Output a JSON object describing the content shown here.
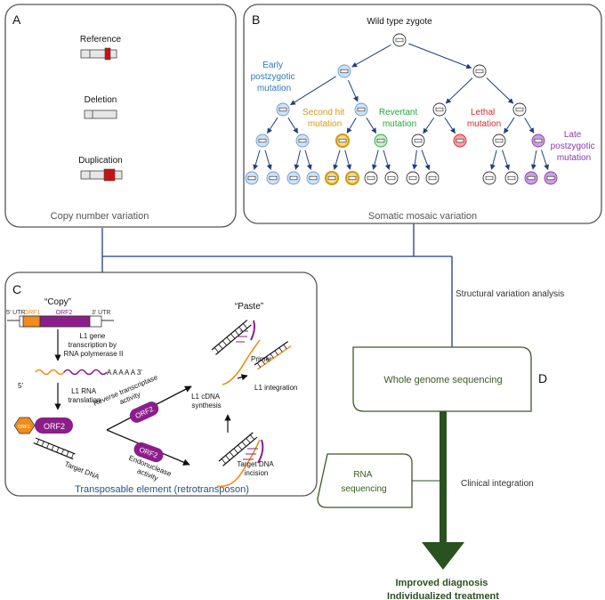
{
  "panelA": {
    "letter": "A",
    "reference": "Reference",
    "deletion": "Deletion",
    "duplication": "Duplication",
    "caption": "Copy number variation"
  },
  "panelB": {
    "letter": "B",
    "root": "Wild type zygote",
    "early": [
      "Early",
      "postzygotic",
      "mutation"
    ],
    "second_hit": [
      "Second hit",
      "mutation"
    ],
    "revertant": [
      "Revertant",
      "mutation"
    ],
    "lethal": [
      "Lethal",
      "mutation"
    ],
    "late": [
      "Late",
      "postzygotic",
      "mutation"
    ],
    "caption": "Somatic mosaic variation"
  },
  "panelC": {
    "letter": "C",
    "copy": "“Copy”",
    "paste": "“Paste”",
    "utr5": "5’ UTR",
    "utr3": "3’ UTR",
    "orf1": "ORF1",
    "orf2": "ORF2",
    "transcription": [
      "L1 gene",
      "transcription by",
      "RNA polymerase II"
    ],
    "five_prime": "5’",
    "polya": "A A A A A 3’",
    "translation": [
      "L1 RNA",
      "translation"
    ],
    "orf1_protein": "ORF1",
    "orf2_protein": "ORF2",
    "target_dna": "Target DNA",
    "rt_activity": [
      "Reverse transcriptase",
      "activity"
    ],
    "endo_activity": [
      "Endonuclease",
      "activity"
    ],
    "rt_enzyme": "ORF2",
    "endo_enzyme": "ORF2",
    "primer": "Primer",
    "l1_integration": "L1 integration",
    "cdna_synthesis": [
      "L1 cDNA",
      "synthesis"
    ],
    "target_incision": [
      "Target DNA",
      "incision"
    ],
    "caption": "Transposable element (retrotransposon)"
  },
  "panelD": {
    "letter": "D",
    "structural": "Structural variation analysis",
    "wgs": "Whole genome sequencing",
    "rna": [
      "RNA",
      "sequencing"
    ],
    "clinical": "Clinical integration",
    "outcome": [
      "Improved diagnosis",
      "Individualized treatment"
    ]
  },
  "colors": {
    "dark_blue": "#1f3d80",
    "early_blue": "#2e7ac0",
    "cell_blue": "#cfe2f7",
    "second_hit": "#d49a14",
    "cell_yellow": "#f6dd8f",
    "revertant": "#2aa640",
    "cell_green": "#c8efcb",
    "lethal": "#d42d2d",
    "cell_red": "#f2a0a0",
    "late": "#8a3aae",
    "cell_purple": "#c9a2dd",
    "orf1_orange": "#f08c1a",
    "orf2_purple": "#8b1e8b",
    "dark_green": "#3a5a22",
    "red_segment": "#cc1010"
  }
}
